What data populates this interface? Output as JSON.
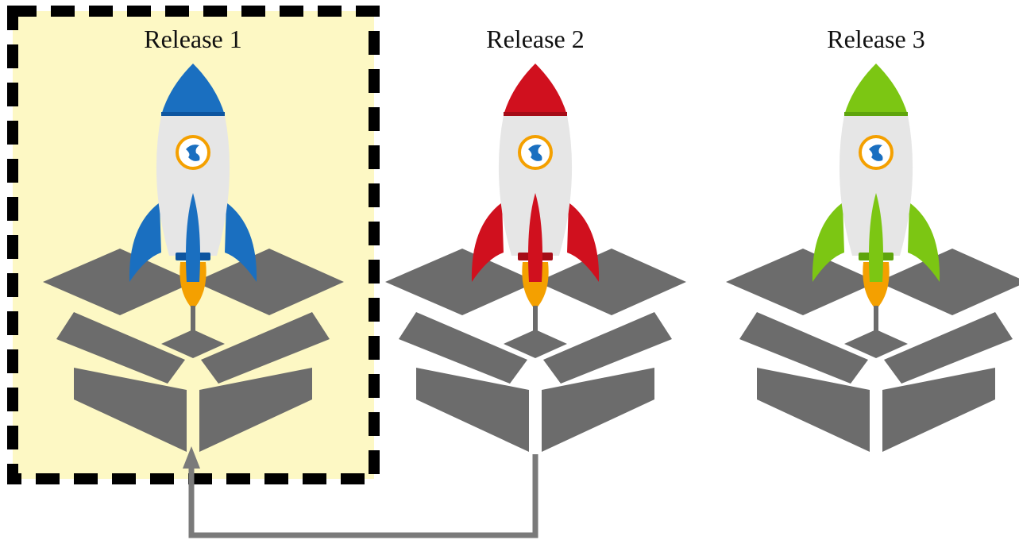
{
  "releases": [
    {
      "label": "Release 1",
      "rocket_color": "#1a6fc0",
      "rocket_color_dark": "#0d55a0",
      "highlighted": true
    },
    {
      "label": "Release 2",
      "rocket_color": "#d0101e",
      "rocket_color_dark": "#a50c17",
      "highlighted": false
    },
    {
      "label": "Release 3",
      "rocket_color": "#7cc613",
      "rocket_color_dark": "#5ea40c",
      "highlighted": false
    }
  ],
  "colors": {
    "box": "#6c6c6c",
    "highlight_fill": "#fdf8c4",
    "highlight_border": "#000000",
    "rocket_body": "#e6e6e6",
    "flame": "#f4a000",
    "badge_ring": "#f4a000",
    "badge_icon": "#1a6fc0",
    "arrow": "#7a7a7a"
  }
}
